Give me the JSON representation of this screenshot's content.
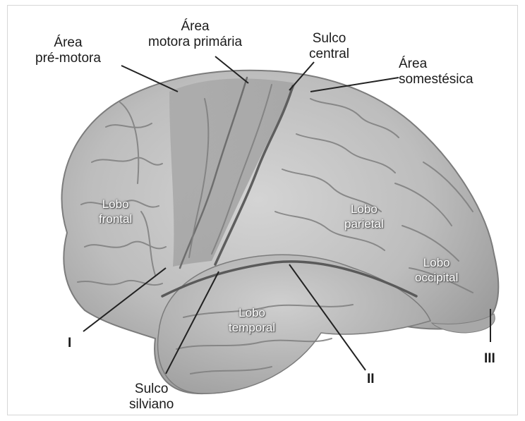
{
  "labels": {
    "premotor": [
      "Área",
      "pré-motora"
    ],
    "primary_motor": [
      "Área",
      "motora primária"
    ],
    "central_sulcus": [
      "Sulco",
      "central"
    ],
    "somatosensory": [
      "Área",
      "somestésica"
    ],
    "sylvian_sulcus": [
      "Sulco",
      "silviano"
    ]
  },
  "lobes": {
    "frontal": [
      "Lobo",
      "frontal"
    ],
    "parietal": [
      "Lobo",
      "parietal"
    ],
    "occipital": [
      "Lobo",
      "occipital"
    ],
    "temporal": [
      "Lobo",
      "temporal"
    ]
  },
  "markers": {
    "i": "I",
    "ii": "II",
    "iii": "III"
  },
  "colors": {
    "cortex_light": "#d2d2d2",
    "cortex_mid": "#b4b4b4",
    "cortex_dark": "#8c8c8c",
    "sulcus": "#6b6b6b",
    "leader_line": "#222222"
  }
}
